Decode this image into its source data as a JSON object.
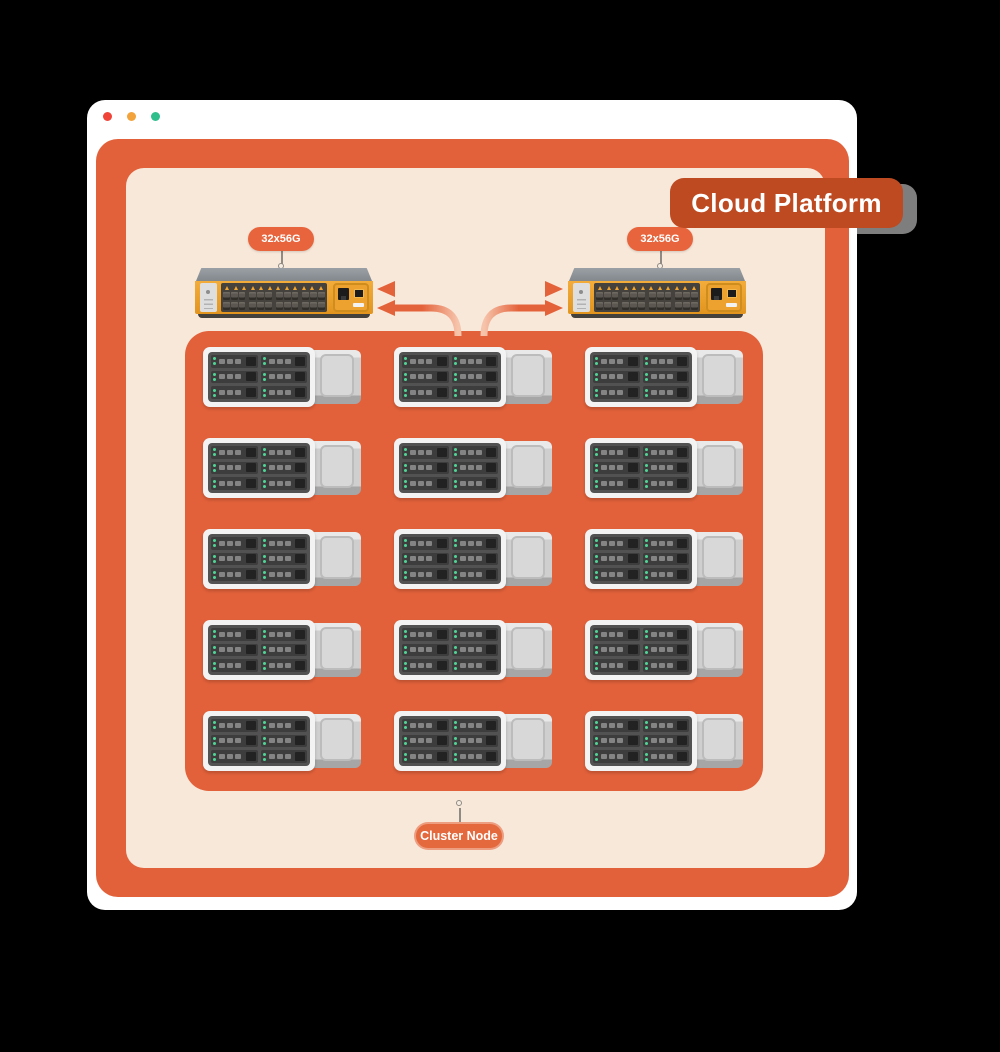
{
  "window": {
    "traffic_lights": [
      {
        "name": "close",
        "color": "#F04438"
      },
      {
        "name": "minimize",
        "color": "#F2A33B"
      },
      {
        "name": "maximize",
        "color": "#2FBF8C"
      }
    ]
  },
  "title_badge": {
    "label": "Cloud Platform",
    "bg": "#BD4A21",
    "text_color": "#FFFFFF"
  },
  "switches": {
    "count": 2,
    "items": [
      {
        "id": "switch-left",
        "bandwidth_label": "32x56G"
      },
      {
        "id": "switch-right",
        "bandwidth_label": "32x56G"
      }
    ],
    "ports_per_row": 12,
    "port_rows": 2
  },
  "links": {
    "type": "bidirectional-arrows",
    "arrow_color": "#E4623A",
    "arrow_fade_color": "#F6C4AB"
  },
  "cluster": {
    "label": "Cluster Node",
    "rows": 5,
    "columns": 3,
    "node_count": 15,
    "drives_per_node": 6
  },
  "colors": {
    "background": "#000000",
    "window": "#FFFFFF",
    "frame_orange": "#E2613A",
    "canvas_cream": "#F8E8DA",
    "badge_orange": "#E8643C",
    "title_badge_bg": "#BD4A21",
    "switch_body": "#EDA22F",
    "switch_ports_bg": "#45413C",
    "led_green": "#4FD596"
  }
}
